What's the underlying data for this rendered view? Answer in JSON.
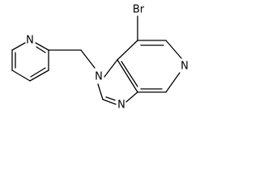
{
  "molecule": {
    "atoms": {
      "br": "Br",
      "n_pyridine_fused": "N",
      "n_imidazole_1": "N",
      "n_imidazole_3": "N",
      "n_pyridyl": "N"
    }
  }
}
